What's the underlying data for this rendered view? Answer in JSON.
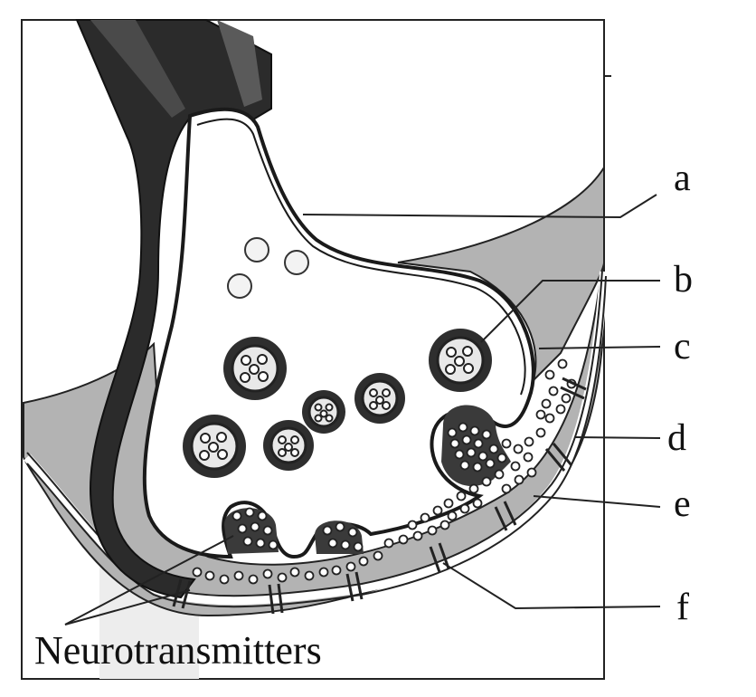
{
  "labels": {
    "a": "a",
    "b": "b",
    "c": "c",
    "d": "d",
    "e": "e",
    "f": "f"
  },
  "caption": "Neurotransmitters",
  "colors": {
    "outline": "#1a1a1a",
    "axon": "#2b2b2b",
    "myelin": "#3a3a3a",
    "postsynaptic": "#b3b3b3",
    "terminal": "#ffffff",
    "cleft": "#9a9a9a"
  }
}
